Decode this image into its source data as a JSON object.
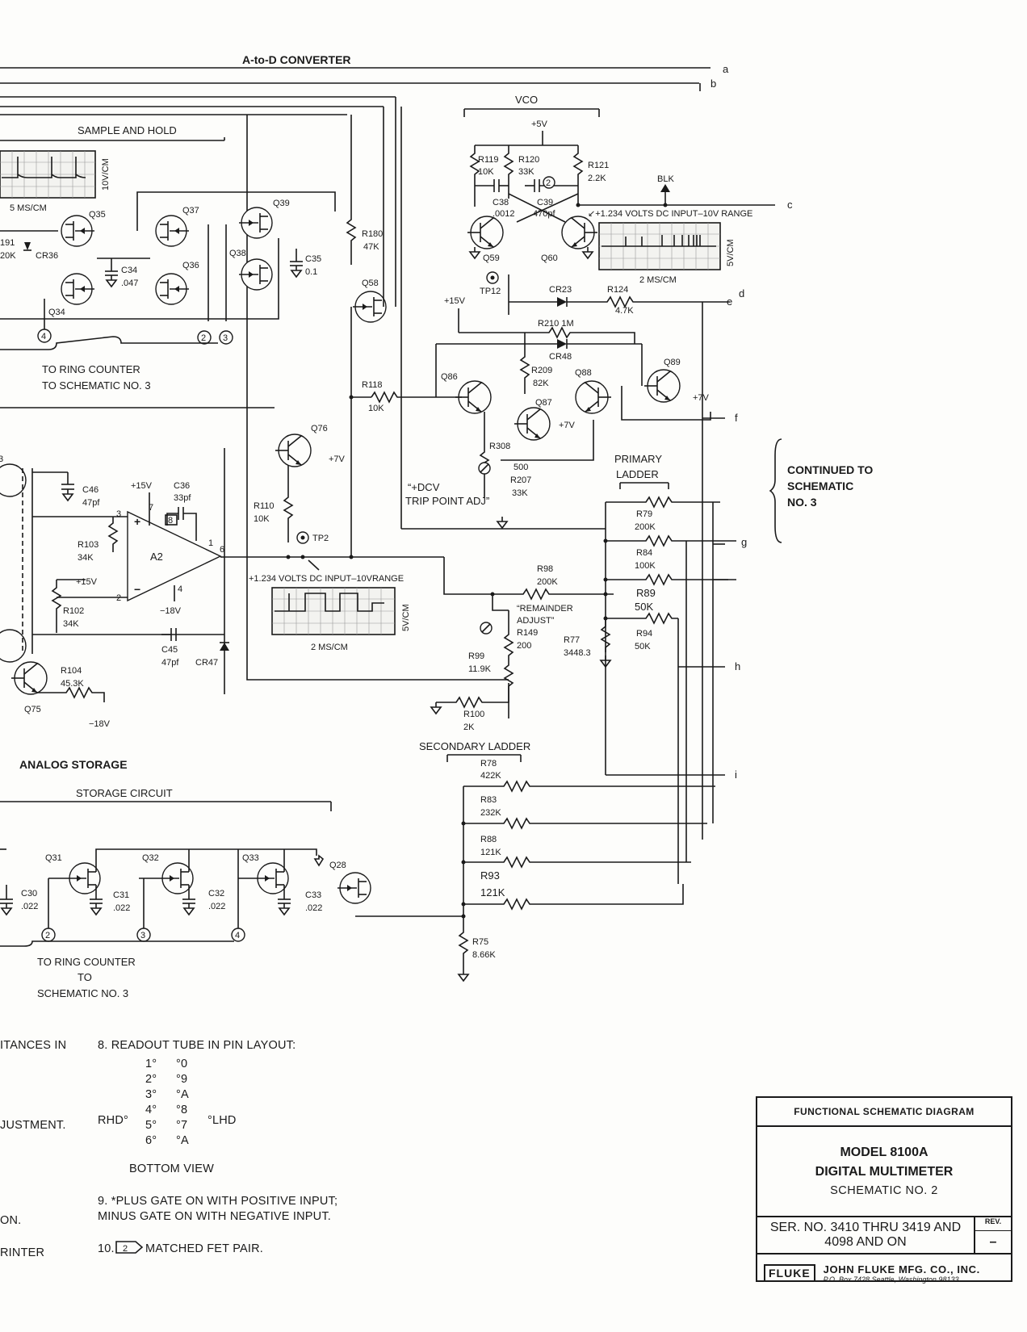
{
  "title": {
    "adc": "A-to-D CONVERTER",
    "vco": "VCO",
    "sample_hold": "SAMPLE AND HOLD",
    "analog_storage": "ANALOG STORAGE",
    "storage_circuit": "STORAGE CIRCUIT",
    "primary_ladder": "PRIMARY",
    "primary_ladder2": "LADDER",
    "secondary_ladder": "SECONDARY LADDER"
  },
  "bus_letters": [
    "a",
    "b",
    "c",
    "d",
    "e",
    "f",
    "g",
    "h",
    "i"
  ],
  "continued": [
    "CONTINUED TO",
    "SCHEMATIC",
    "NO. 3"
  ],
  "ring_counter_top": [
    "TO RING COUNTER",
    "TO SCHEMATIC NO. 3"
  ],
  "ring_counter_bottom": [
    "TO RING COUNTER",
    "TO",
    "SCHEMATIC NO. 3"
  ],
  "components": {
    "R119": [
      "R119",
      "10K"
    ],
    "R120": [
      "R120",
      "33K"
    ],
    "R121": [
      "R121",
      "2.2K"
    ],
    "C38": [
      "C38",
      ".0012"
    ],
    "C39": [
      "C39",
      "470pf"
    ],
    "Q59": "Q59",
    "Q60": "Q60",
    "vco_supply": "+5V",
    "blk": "BLK",
    "tp12": "TP12",
    "cr23": "CR23",
    "R124": [
      "R124",
      "4.7K"
    ],
    "plus15": "+15V",
    "R210": "R210 1M",
    "CR48": "CR48",
    "Q86": "Q86",
    "Q88": "Q88",
    "Q87": "Q87",
    "Q89": "Q89",
    "R209": [
      "R209",
      "82K"
    ],
    "R118": [
      "R118",
      "10K"
    ],
    "R180": [
      "R180",
      "47K"
    ],
    "Q58": "Q58",
    "R308": "R308",
    "R207": [
      "500",
      "R207",
      "33K"
    ],
    "plus7": "+7V",
    "trip": [
      "“+DCV",
      "TRIP POINT ADJ”"
    ],
    "Q76": "Q76",
    "R110": [
      "R110",
      "10K"
    ],
    "TP2": "TP2",
    "R79": [
      "R79",
      "200K"
    ],
    "R84": [
      "R84",
      "100K"
    ],
    "R89": [
      "R89",
      "50K"
    ],
    "R94": [
      "R94",
      "50K"
    ],
    "R98": [
      "R98",
      "200K"
    ],
    "remainder": [
      "“REMAINDER",
      "ADJUST”"
    ],
    "R149": [
      "R149",
      "200"
    ],
    "R77": [
      "R77",
      "3448.3"
    ],
    "R99": [
      "R99",
      "11.9K"
    ],
    "R100": [
      "R100",
      "2K"
    ],
    "R78": [
      "R78",
      "422K"
    ],
    "R83": [
      "R83",
      "232K"
    ],
    "R88": [
      "R88",
      "121K"
    ],
    "R93": [
      "R93",
      "121K"
    ],
    "R75": [
      "R75",
      "8.66K"
    ],
    "Q35": "Q35",
    "Q37": "Q37",
    "Q39": "Q39",
    "Q36": "Q36",
    "Q38": "Q38",
    "Q34": "Q34",
    "C34": [
      "C34",
      ".047"
    ],
    "C35": [
      "C35",
      "0.1"
    ],
    "CR36": "CR36",
    "R191": [
      "191",
      "20K"
    ],
    "C46": [
      "C46",
      "47pf"
    ],
    "C36": [
      "C36",
      "33pf"
    ],
    "A2": "A2",
    "R103": [
      "R103",
      "34K"
    ],
    "R102": [
      "R102",
      "34K"
    ],
    "minus18": "−18V",
    "C45": [
      "C45",
      "47pf"
    ],
    "CR47": "CR47",
    "R104": [
      "R104",
      "45.3K"
    ],
    "Q75": "Q75",
    "Q31": "Q31",
    "Q32": "Q32",
    "Q33": "Q33",
    "Q28": "Q28",
    "C30": [
      "C30",
      ".022"
    ],
    "C31": [
      "C31",
      ".022"
    ],
    "C32": [
      "C32",
      ".022"
    ],
    "C33": [
      "C33",
      ".022"
    ],
    "q3": "3"
  },
  "scopes": {
    "s1": {
      "vscale": "10V/CM",
      "hscale": "5 MS/CM"
    },
    "s2": {
      "label": "↙+1.234 VOLTS DC INPUT–10V RANGE",
      "vscale": "5V/CM",
      "hscale": "2 MS/CM"
    },
    "s3": {
      "label": "+1.234 VOLTS DC INPUT–10VRANGE",
      "vscale": "5V/CM",
      "hscale": "2 MS/CM"
    }
  },
  "notes": {
    "left_fragments": [
      "ITANCES IN",
      "JUSTMENT.",
      "ON.",
      "RINTER"
    ],
    "n8": "8.  READOUT TUBE IN PIN LAYOUT:",
    "pins_left": [
      "1°",
      "2°",
      "3°",
      "4°",
      "5°",
      "6°"
    ],
    "pins_right": [
      "°0",
      "°9",
      "°A",
      "°8",
      "°7",
      "°A"
    ],
    "rhd": "RHD°",
    "lhd": "°LHD",
    "bottom_view": "BOTTOM  VIEW",
    "n9_1": "9.  *PLUS GATE ON WITH POSITIVE INPUT;",
    "n9_2": "MINUS GATE ON WITH NEGATIVE INPUT.",
    "n10_num": "10.",
    "n10_box": "2",
    "n10_text": "MATCHED FET PAIR."
  },
  "title_block": {
    "heading": "FUNCTIONAL SCHEMATIC DIAGRAM",
    "model": "MODEL 8100A",
    "name": "DIGITAL MULTIMETER",
    "schematic": "SCHEMATIC NO. 2",
    "serial": "SER. NO. 3410 THRU 3419 AND 4098 AND ON",
    "rev_label": "REV.",
    "rev_value": "–",
    "logo": "FLUKE",
    "company": "JOHN FLUKE MFG. CO., INC.",
    "address": "P.O. Box 7428     Seattle, Washington 98133"
  }
}
